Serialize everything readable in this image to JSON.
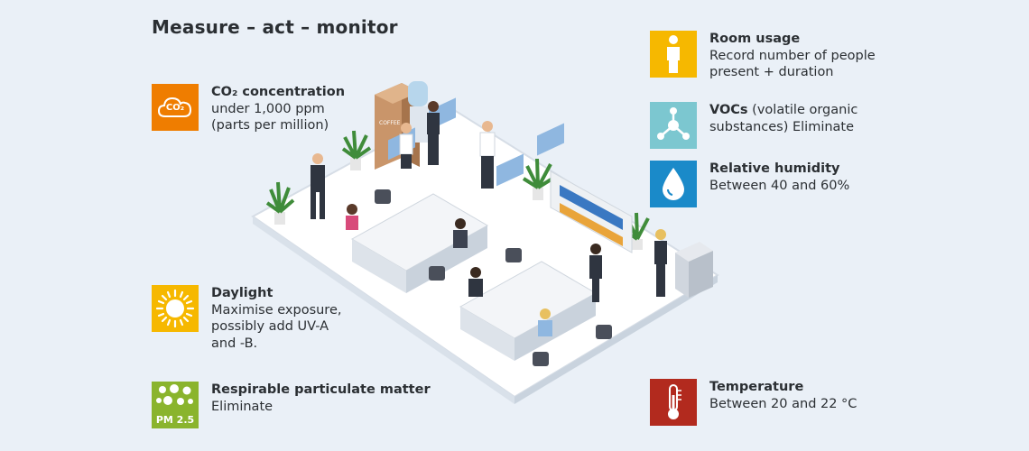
{
  "title": "Measure – act – monitor",
  "items": {
    "co2": {
      "heading": "CO₂ concentration",
      "lines": [
        "under 1,000 ppm",
        "(parts per million)"
      ],
      "icon_text": "CO₂",
      "color": "#ef7d00",
      "icon": "cloud-co2-icon"
    },
    "daylight": {
      "heading": "Daylight",
      "lines": [
        "Maximise exposure,",
        "possibly add UV-A",
        "and -B."
      ],
      "color": "#f6b800",
      "icon": "sun-icon"
    },
    "particulate": {
      "heading": "Respirable particulate matter",
      "lines": [
        "Eliminate"
      ],
      "icon_text": "PM 2.5",
      "color": "#8ab42d",
      "icon": "particles-icon"
    },
    "room_usage": {
      "heading": "Room usage",
      "lines": [
        "Record number of people",
        "present + duration"
      ],
      "color": "#f6b800",
      "icon": "person-icon"
    },
    "vocs": {
      "heading": "VOCs",
      "heading_rest": " (volatile organic",
      "lines": [
        "substances) Eliminate"
      ],
      "color": "#7cc7d0",
      "icon": "molecule-icon"
    },
    "humidity": {
      "heading": "Relative humidity",
      "lines": [
        "Between 40 and 60%"
      ],
      "color": "#1a8ac9",
      "icon": "droplet-icon"
    },
    "temperature": {
      "heading": "Temperature",
      "lines": [
        "Between 20 and 22 °C"
      ],
      "color": "#b22a1e",
      "icon": "thermometer-icon"
    }
  },
  "illustration": {
    "coffee_label": "COFFEE"
  }
}
